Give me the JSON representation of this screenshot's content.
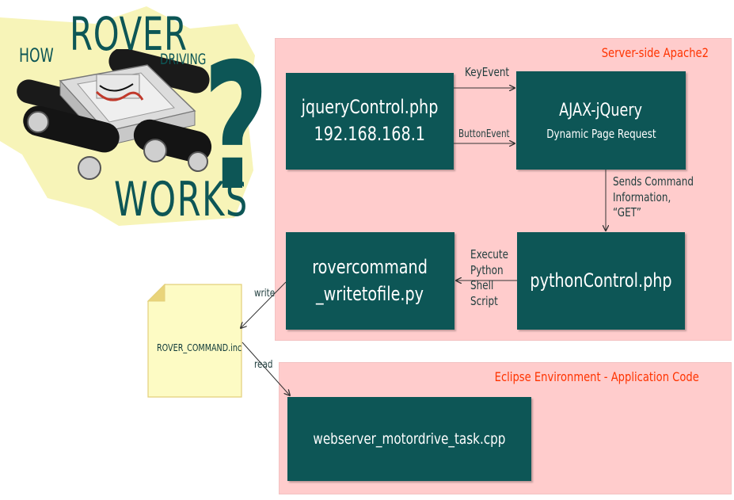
{
  "title": {
    "how": "HOW",
    "rover": "ROVER",
    "driving": "DRIVING",
    "works": "WORKS",
    "question_mark": "?"
  },
  "server_panel": {
    "title": "Server-side Apache2",
    "jquery_box": {
      "line1": "jqueryControl.php",
      "line2": "192.168.168.1"
    },
    "ajax_box": {
      "line1": "AJAX-jQuery",
      "line2": "Dynamic Page Request"
    },
    "python_control_box": {
      "label": "pythonControl.php"
    },
    "rovercommand_box": {
      "line1": "rovercommand",
      "line2": "_writetofile.py"
    },
    "edges": {
      "key_event": "KeyEvent",
      "button_event": "ButtonEvent",
      "sends_command": [
        "Sends Command",
        "Information,",
        "“GET”"
      ],
      "execute": [
        "Execute",
        "Python",
        "Shell",
        "Script"
      ]
    }
  },
  "eclipse_panel": {
    "title": "Eclipse Environment - Application Code",
    "task_box": {
      "label": "webserver_motordrive_task.cpp"
    }
  },
  "command_file": {
    "label": "ROVER_COMMAND.inc",
    "write": "write",
    "read": "read"
  },
  "colors": {
    "panel_bg": "#ffcccc",
    "box_bg": "#0d5656",
    "panel_title": "#ff3300",
    "title_bg": "#f7f4b8",
    "file_bg": "#fdfbc4"
  }
}
